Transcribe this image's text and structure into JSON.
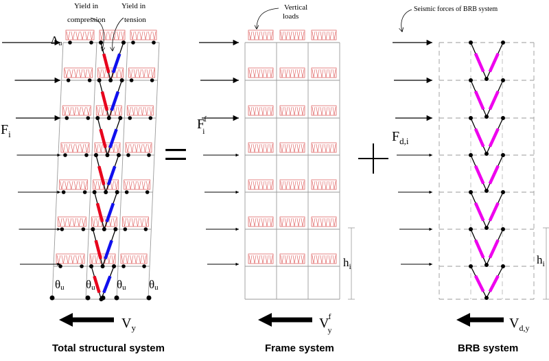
{
  "labels": {
    "yield_compression_line1": "Yield in",
    "yield_compression_line2": "compression",
    "yield_tension_line1": "Yield in",
    "yield_tension_line2": "tension",
    "vertical_loads_line1": "Vertical",
    "vertical_loads_line2": "loads",
    "seismic_forces": "Seismic forces of BRB system",
    "delta": "Δ",
    "delta_sub": "u",
    "theta": "θ",
    "theta_sub": "u",
    "F_total": "F",
    "F_total_sub": "i",
    "F_frame": "F",
    "F_frame_sup": "f",
    "F_frame_sub": "i",
    "F_brb": "F",
    "F_brb_sub": "d,i",
    "h_frame": "h",
    "h_frame_sub": "i",
    "h_brb": "h",
    "h_brb_sub": "i",
    "V_total": "V",
    "V_total_sub": "y",
    "V_frame": "V",
    "V_frame_sup": "f",
    "V_frame_sub": "y",
    "V_brb": "V",
    "V_brb_sub": "d,y",
    "equals": "=",
    "plus": "+"
  },
  "captions": {
    "total": "Total structural system",
    "frame": "Frame system",
    "brb": "BRB system"
  },
  "colors": {
    "load": "#e06666",
    "compression": "#e8001c",
    "tension": "#1010ee",
    "brb": "#ee00ee",
    "frame": "#9a9a9a",
    "ink": "#000000"
  },
  "structure": {
    "stories": 7,
    "bays": 3,
    "braced_bay": 2
  }
}
